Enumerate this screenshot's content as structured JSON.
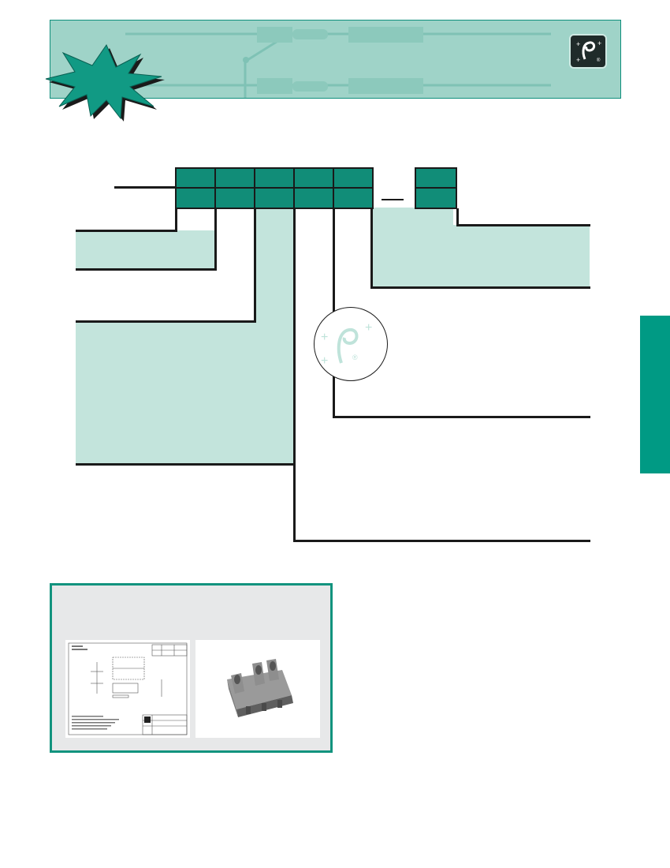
{
  "banner": {
    "logo_icon": "p-plus-logo-icon",
    "starburst_icon": "starburst-badge-icon"
  },
  "part_number": {
    "box_count_top": 6,
    "dash": "—"
  },
  "registered_mark": "®",
  "doc_panel": {
    "drawing_thumbnail": "technical-drawing-thumbnail",
    "model_thumbnail": "3d-connector-model-thumbnail"
  },
  "colors": {
    "accent": "#118d78",
    "tint": "#c3e4dc",
    "banner": "#9fd3c8",
    "tab": "#009a84",
    "panel": "#e7e8e9"
  }
}
